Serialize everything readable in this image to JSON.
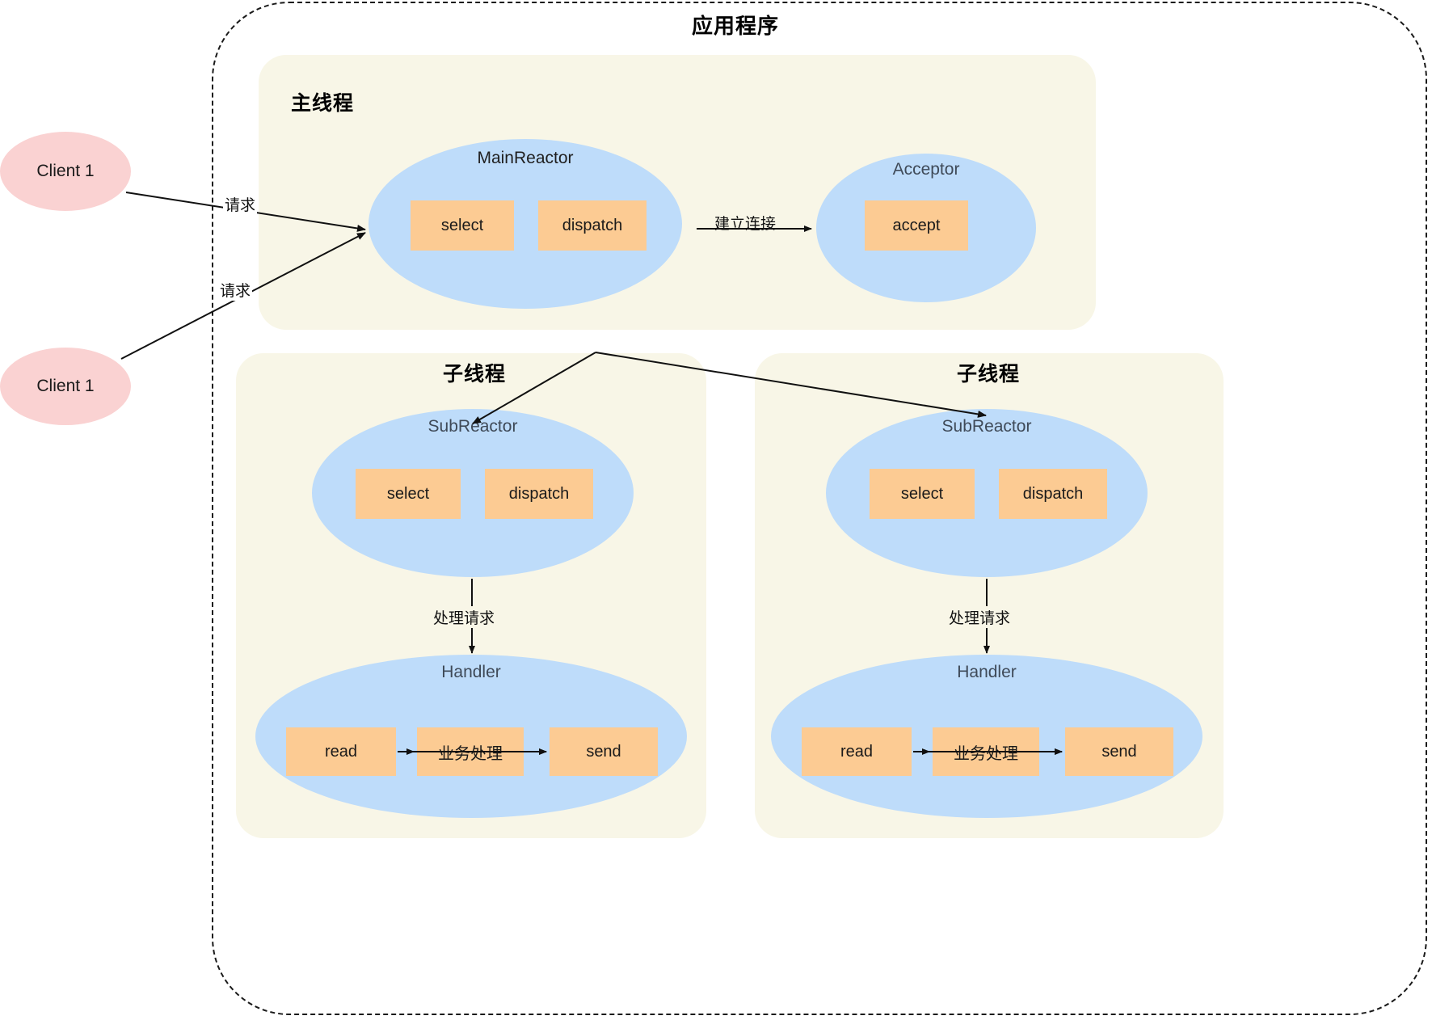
{
  "diagram": {
    "title": "应用程序",
    "boundary_name": "application-boundary"
  },
  "panels": {
    "main_thread": {
      "title": "主线程"
    },
    "sub_thread_1": {
      "title": "子线程"
    },
    "sub_thread_2": {
      "title": "子线程"
    }
  },
  "clients": [
    {
      "label": "Client 1"
    },
    {
      "label": "Client 1"
    }
  ],
  "nodes": {
    "main_reactor": {
      "label": "MainReactor",
      "ops": [
        {
          "label": "select"
        },
        {
          "label": "dispatch"
        }
      ]
    },
    "acceptor": {
      "label": "Acceptor",
      "ops": [
        {
          "label": "accept"
        }
      ]
    },
    "sub_reactor_1": {
      "label": "SubReactor",
      "ops": [
        {
          "label": "select"
        },
        {
          "label": "dispatch"
        }
      ]
    },
    "sub_reactor_2": {
      "label": "SubReactor",
      "ops": [
        {
          "label": "select"
        },
        {
          "label": "dispatch"
        }
      ]
    },
    "handler_1": {
      "label": "Handler",
      "ops": [
        {
          "label": "read"
        },
        {
          "label": "业务处理"
        },
        {
          "label": "send"
        }
      ]
    },
    "handler_2": {
      "label": "Handler",
      "ops": [
        {
          "label": "read"
        },
        {
          "label": "业务处理"
        },
        {
          "label": "send"
        }
      ]
    }
  },
  "edges": {
    "client1_to_mainreactor": {
      "label": "请求"
    },
    "client2_to_mainreactor": {
      "label": "请求"
    },
    "mainreactor_to_acceptor": {
      "label": "建立连接"
    },
    "subreactor1_to_handler1": {
      "label": "处理请求"
    },
    "subreactor2_to_handler2": {
      "label": "处理请求"
    }
  },
  "colors": {
    "ellipse_blue": "#bedcfa",
    "ellipse_pink": "#fad2d2",
    "op_box_orange": "#fccb93",
    "panel_cream": "#f8f6e7",
    "stroke": "#111111",
    "label_slate": "#3f4a58"
  }
}
